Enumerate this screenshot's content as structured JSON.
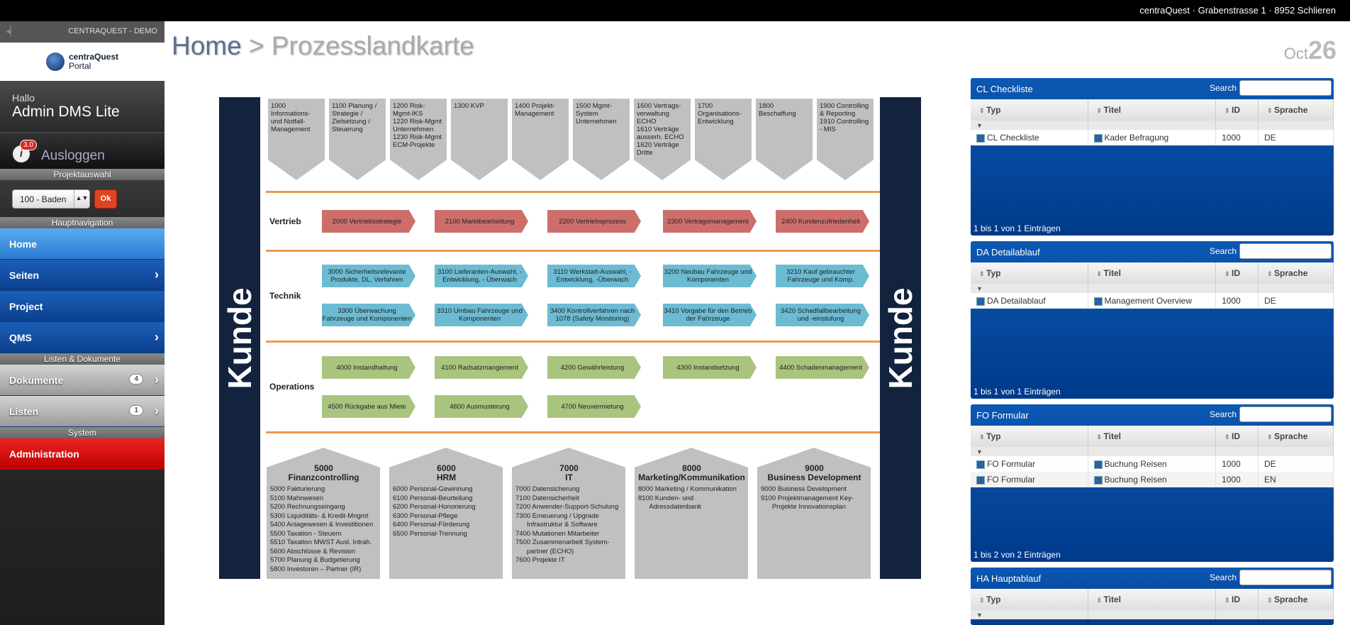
{
  "topbar": {
    "address": "centraQuest · Grabenstrasse 1 · 8952 Schlieren"
  },
  "sidebar": {
    "brand": "CENTRAQUEST - DEMO",
    "logo": {
      "line1": "centraQuest",
      "line2": "Portal"
    },
    "greeting": "Hallo",
    "username": "Admin DMS Lite",
    "version_badge": "3.0",
    "logout": "Ausloggen",
    "project_section": "Projektauswahl",
    "project_value": "100 - Baden",
    "ok_label": "Ok",
    "main_nav_section": "Hauptnavigation",
    "nav": [
      {
        "label": "Home"
      },
      {
        "label": "Seiten"
      },
      {
        "label": "Project"
      },
      {
        "label": "QMS"
      }
    ],
    "lists_section": "Listen & Dokumente",
    "dokumente": {
      "label": "Dokumente",
      "count": "4"
    },
    "listen": {
      "label": "Listen",
      "count": "1"
    },
    "system_section": "System",
    "admin": "Administration"
  },
  "header": {
    "home": "Home",
    "sep": " > ",
    "page": "Prozesslandkarte",
    "month": "Oct",
    "day": "26"
  },
  "map": {
    "kunde": "Kunde",
    "top": [
      "1000 Informations- und Notfall-Management",
      "1100 Planung / Strategie / Zielsetzung / Steuerung",
      "1200 Risk-Mgmt-IKS\n1220 Risk-Mgmt Unternehmen\n1230 Risk-Mgmt ECM-Projekte",
      "1300 KVP",
      "1400 Projekt-Management",
      "1500 Mgmt-System Unternehmen",
      "1600 Vertrags-verwaltung ECHO\n1610 Verträge ausserh. ECHO\n1620 Verträge Dritte",
      "1700 Organisations-Entwicklung",
      "1800 Beschaffung",
      "1900 Controlling & Reporting\n1910 Controlling - MIS"
    ],
    "rows": {
      "vertrieb": "Vertrieb",
      "technik": "Technik",
      "operations": "Operations"
    },
    "vertrieb": [
      "2000 Vertriebsstrategie",
      "2100 Marktbearbeitung",
      "2200 Vertriebsprozess",
      "2300 Vertragsmanagement",
      "2400 Kundenzufriedenheit"
    ],
    "technik1": [
      "3000 Sicherheitsrelevante Produkte, DL, Verfahren",
      "3100 Lieferanten-Auswahl, -Entwicklung, - Überwach",
      "3110 Werkstatt-Auswahl, -Entwicklung, -Überwach",
      "3200 Neubau Fahrzeuge und Komponenten",
      "3210 Kauf gebrauchter Fahrzeuge und Komp."
    ],
    "technik2": [
      "3300 Überwachung Fahrzeuge und Komponenten",
      "3310 Umbau Fahrzeuge und Komponenten",
      "3400 Kontrollverfahren nach 1078 (Safety Monitoring)",
      "3410 Vorgabe für den Betrieb der Fahrzeuge",
      "3420 Schadfallbearbeitung und -einstufung"
    ],
    "ops1": [
      "4000 Instandhaltung",
      "4100 Radsatzmangement",
      "4200 Gewährleistung",
      "4300 Instandsetzung",
      "4400 Schadenmanagement"
    ],
    "ops2": [
      "4500 Rückgabe aus Miete",
      "4600 Ausmusterung",
      "4700 Neuvermietung"
    ],
    "houses": [
      {
        "num": "5000",
        "name": "Finanzcontrolling",
        "items": [
          "5000 Fakturierung",
          "5100 Mahnwesen",
          "5200 Rechnungseingang",
          "5300 Liquiditäts- & Kredit-Mngmt",
          "5400 Anlagewesen & Investitionen",
          "5500 Taxation - Steuern",
          "5510 Taxation MWST Ausl. Intrah.",
          "5600 Abschlüsse & Revision",
          "5700 Planung & Budgetierung",
          "5800 Investoren – Partner (IR)"
        ]
      },
      {
        "num": "6000",
        "name": "HRM",
        "items": [
          "6000 Personal-Gewinnung",
          "6100 Personal-Beurteilung",
          "6200 Personal-Honorierung",
          "6300 Personal-Pflege",
          "6400 Personal-Förderung",
          "6500 Personal-Trennung"
        ]
      },
      {
        "num": "7000",
        "name": "IT",
        "items": [
          "7000 Datensicherung",
          "7100 Datensicherheit",
          "7200 Anwender-Support-Schulung",
          "7300 Erneuerung / Upgrade",
          "      Infrastruktur & Software",
          "7400 Mutationen Mitarbeiter",
          "7500 Zusammenarbeit System-",
          "      partner (ECHO)",
          "7600 Projekte IT"
        ]
      },
      {
        "num": "8000",
        "name": "Marketing/Kommunikation",
        "items": [
          "8000 Marketing / Kommunikation",
          "8100 Kunden- und",
          "      Adressdatenbank"
        ]
      },
      {
        "num": "9000",
        "name": "Business Development",
        "items": [
          "9000 Business Development",
          "9100 Projektmanagement Key-",
          "      Projekte Innovationsplan"
        ]
      }
    ]
  },
  "panels": [
    {
      "title": "CL Checkliste",
      "search": "Search",
      "cols": [
        "Typ",
        "Titel",
        "ID",
        "Sprache"
      ],
      "rows": [
        [
          "CL Checkliste",
          "Kader Befragung",
          "1000",
          "DE"
        ]
      ],
      "footer": "1 bis 1 von 1 Einträgen"
    },
    {
      "title": "DA Detailablauf",
      "search": "Search",
      "cols": [
        "Typ",
        "Titel",
        "ID",
        "Sprache"
      ],
      "rows": [
        [
          "DA Detailablauf",
          "Management Overview",
          "1000",
          "DE"
        ]
      ],
      "footer": "1 bis 1 von 1 Einträgen"
    },
    {
      "title": "FO Formular",
      "search": "Search",
      "cols": [
        "Typ",
        "Titel",
        "ID",
        "Sprache"
      ],
      "rows": [
        [
          "FO Formular",
          "Buchung Reisen",
          "1000",
          "DE"
        ],
        [
          "FO Formular",
          "Buchung Reisen",
          "1000",
          "EN"
        ]
      ],
      "footer": "1 bis 2 von 2 Einträgen"
    },
    {
      "title": "HA Hauptablauf",
      "search": "Search",
      "cols": [
        "Typ",
        "Titel",
        "ID",
        "Sprache"
      ],
      "rows": [],
      "footer": ""
    }
  ]
}
